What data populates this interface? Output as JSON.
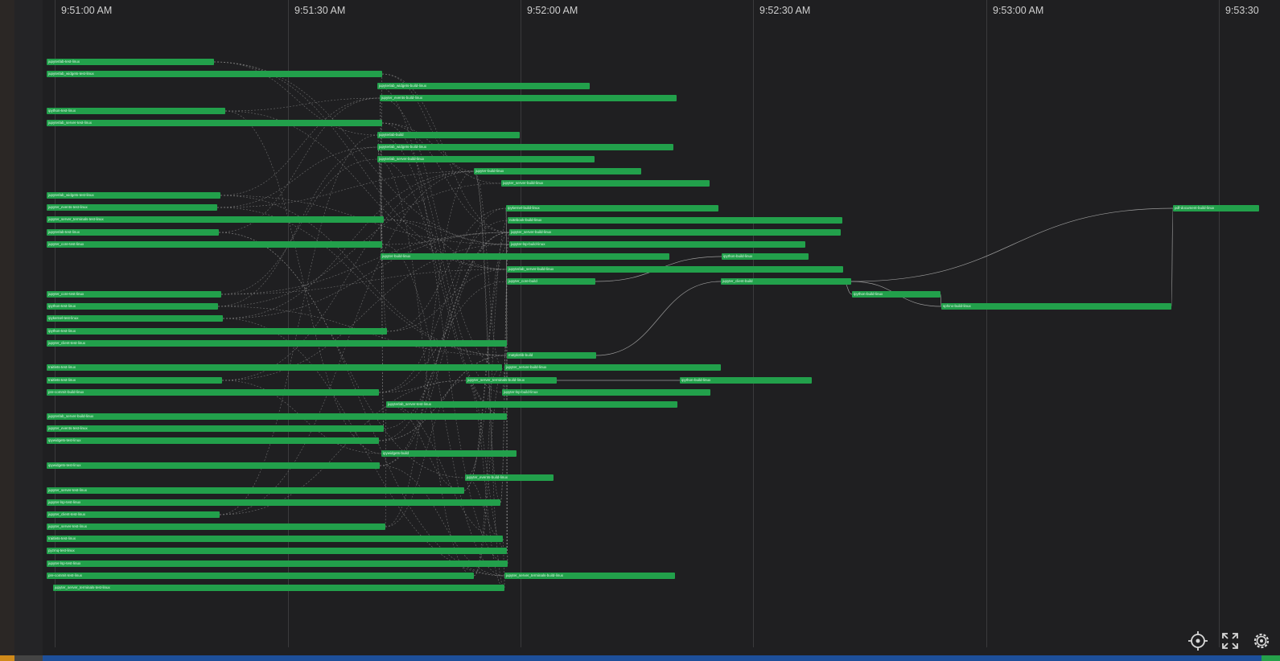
{
  "timeline": {
    "time_labels": [
      "9:51:00 AM",
      "9:51:30 AM",
      "9:52:00 AM",
      "9:52:30 AM",
      "9:53:00 AM",
      "9:53:30"
    ],
    "bars": [
      {
        "label": "jupyterlab-test-linux"
      },
      {
        "label": "jupyterlab_widgets-test-linux"
      },
      {
        "label": "jupyterlab_widgets-build-linux"
      },
      {
        "label": "jupyter_events-build-linux"
      },
      {
        "label": "ipython-test-linux"
      },
      {
        "label": "jupyterlab_server-test-linux"
      },
      {
        "label": "jupyterlab-build"
      },
      {
        "label": "jupyterlab_widgets-build-linux"
      },
      {
        "label": "jupyterlab_server-build-linux"
      },
      {
        "label": "jupyter-build-linux"
      },
      {
        "label": "jupyter_server-build-linux"
      },
      {
        "label": "jupyterlab_widgets-test-linux"
      },
      {
        "label": "jupyter_events-test-linux"
      },
      {
        "label": "jupyter_server_terminals-test-linux"
      },
      {
        "label": "jupyterlab-test-linux"
      },
      {
        "label": "jupyter_core-test-linux"
      },
      {
        "label": "ipykernel-build-linux"
      },
      {
        "label": "notebook-build-linux"
      },
      {
        "label": "jupyter_server-build-linux"
      },
      {
        "label": "jupyter-lsp-build-linux"
      },
      {
        "label": "jupyter-build-linux"
      },
      {
        "label": "ipython-build-linux"
      },
      {
        "label": "jupyterlab_server-build-linux"
      },
      {
        "label": "jupyter_core-build"
      },
      {
        "label": "jupyter_client-build"
      },
      {
        "label": "jupyter_core-test-linux"
      },
      {
        "label": "ipython-test-linux"
      },
      {
        "label": "ipykernel-test-linux"
      },
      {
        "label": "ipython-test-linux"
      },
      {
        "label": "jupyter_client-test-linux"
      },
      {
        "label": "matplotlib-build"
      },
      {
        "label": "traitlets-test-linux"
      },
      {
        "label": "jupyter_server-build-linux"
      },
      {
        "label": "traitlets-test-linux"
      },
      {
        "label": "jupyter_server_terminals-build-linux"
      },
      {
        "label": "ipython-build-linux"
      },
      {
        "label": "pre-commit-build-linux"
      },
      {
        "label": "jupyter-lsp-build-linux"
      },
      {
        "label": "jupyterlab_server-test-linux"
      },
      {
        "label": "jupyterlab_server-build-linux"
      },
      {
        "label": "jupyter_events-test-linux"
      },
      {
        "label": "ipywidgets-test-linux"
      },
      {
        "label": "ipywidgets-build"
      },
      {
        "label": "ipywidgets-test-linux"
      },
      {
        "label": "jupyter_events-build-linux"
      },
      {
        "label": "jupyter_server-test-linux"
      },
      {
        "label": "jupyter-lsp-test-linux"
      },
      {
        "label": "jupyter_client-test-linux"
      },
      {
        "label": "jupyter_server-test-linux"
      },
      {
        "label": "traitlets-test-linux"
      },
      {
        "label": "pyzmq-test-linux"
      },
      {
        "label": "jupyter-lsp-test-linux"
      },
      {
        "label": "pre-commit-test-linux"
      },
      {
        "label": "jupyter_server_terminals-build-linux"
      },
      {
        "label": "jupyter_server_terminals-test-linux"
      },
      {
        "label": "sphinx-build-linux"
      },
      {
        "label": "ipython-build-linux"
      },
      {
        "label": "pdf-document-build-linux"
      }
    ]
  },
  "controls": {
    "locate_icon": "crosshair-icon",
    "fullscreen_icon": "expand-icon",
    "settings_icon": "gear-icon"
  },
  "colors": {
    "bar": "#22a04b",
    "background": "#1f1f21",
    "status_bar": "#1d4f9a"
  }
}
